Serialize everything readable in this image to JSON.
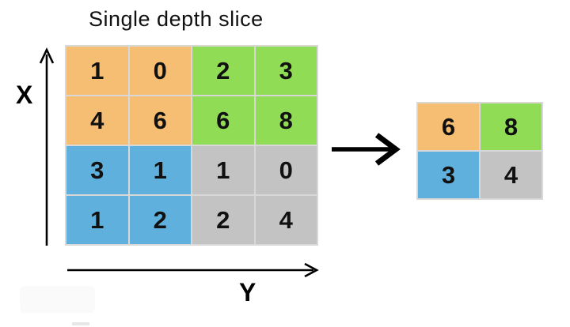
{
  "title": "Single depth slice",
  "x_axis_label": "X",
  "y_axis_label": "Y",
  "colors": {
    "orange": "#f6be72",
    "green": "#90dc55",
    "blue": "#5fb0dd",
    "gray": "#c3c3c3",
    "grid-line": "#d8d8d8",
    "text": "#111111",
    "arrow": "#000000"
  },
  "input_grid": {
    "rows": 4,
    "cols": 4,
    "cells": [
      {
        "value": "1",
        "color": "orange"
      },
      {
        "value": "0",
        "color": "orange"
      },
      {
        "value": "2",
        "color": "green"
      },
      {
        "value": "3",
        "color": "green"
      },
      {
        "value": "4",
        "color": "orange"
      },
      {
        "value": "6",
        "color": "orange"
      },
      {
        "value": "6",
        "color": "green"
      },
      {
        "value": "8",
        "color": "green"
      },
      {
        "value": "3",
        "color": "blue"
      },
      {
        "value": "1",
        "color": "blue"
      },
      {
        "value": "1",
        "color": "gray"
      },
      {
        "value": "0",
        "color": "gray"
      },
      {
        "value": "1",
        "color": "blue"
      },
      {
        "value": "2",
        "color": "blue"
      },
      {
        "value": "2",
        "color": "gray"
      },
      {
        "value": "4",
        "color": "gray"
      }
    ]
  },
  "output_grid": {
    "rows": 2,
    "cols": 2,
    "cells": [
      {
        "value": "6",
        "color": "orange"
      },
      {
        "value": "8",
        "color": "green"
      },
      {
        "value": "3",
        "color": "blue"
      },
      {
        "value": "4",
        "color": "gray"
      }
    ]
  }
}
